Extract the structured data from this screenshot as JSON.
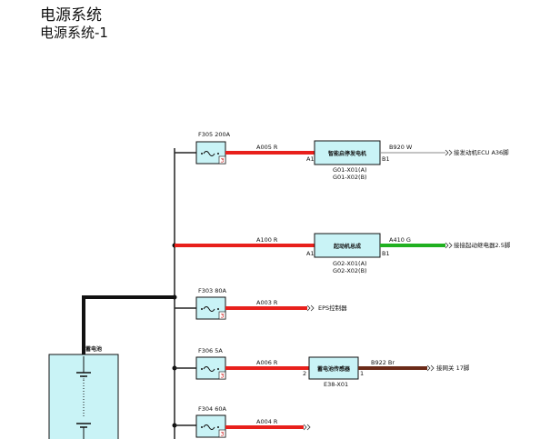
{
  "header": {
    "title": "电源系统",
    "subtitle": "电源系统-1"
  },
  "battery": {
    "label": "蓄电池"
  },
  "fuses": [
    {
      "name": "F305 200A",
      "num": "3"
    },
    {
      "name": "F303 80A",
      "num": "3"
    },
    {
      "name": "F306 5A",
      "num": "3"
    },
    {
      "name": "F304 60A",
      "num": "3"
    }
  ],
  "wires": {
    "w1": "A005 R",
    "w2": "A100 R",
    "w3": "A003 R",
    "w4": "A006 R",
    "w5": "A004 R",
    "out1": "B920 W",
    "out2": "A410 G",
    "out4": "B922 Br"
  },
  "components": {
    "alternator": {
      "label": "智能启停发电机",
      "pin_in": "A1",
      "pin_out": "B1",
      "conn1": "G01-X01(A)",
      "conn2": "G01-X02(B)"
    },
    "starter": {
      "label": "起动机总成",
      "pin_in": "A1",
      "pin_out": "B1",
      "conn1": "G02-X01(A)",
      "conn2": "G02-X02(B)"
    },
    "sensor": {
      "label": "蓄电池传感器",
      "pin_in": "2",
      "pin_out": "1",
      "conn": "E38-X01"
    }
  },
  "destinations": {
    "d1": "接发动机ECU A36脚",
    "d2": "接接起动继电器2.5脚",
    "d3": "EPS控制器",
    "d4": "接网关 17脚"
  }
}
